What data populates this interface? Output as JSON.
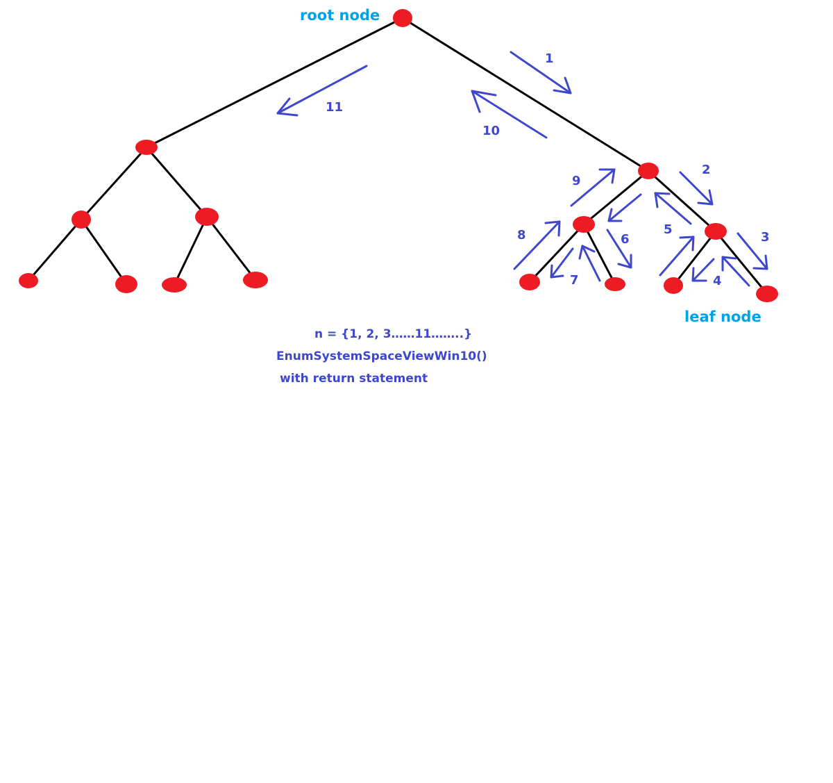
{
  "labels": {
    "root": "root node",
    "leaf": "leaf node"
  },
  "steps": [
    "1",
    "2",
    "3",
    "4",
    "5",
    "6",
    "7",
    "8",
    "9",
    "10",
    "11"
  ],
  "notes": {
    "set": "n = {1, 2, 3……11……..}",
    "function": "EnumSystemSpaceViewWin10()",
    "return": "with return statement"
  },
  "colors": {
    "node": "#ed1c24",
    "edge": "#000000",
    "arrow": "#3f48cc",
    "label": "#00a2e8"
  }
}
